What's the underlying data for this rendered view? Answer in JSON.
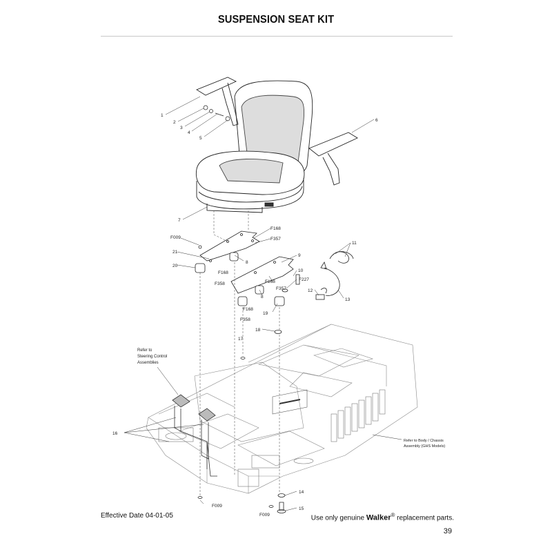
{
  "page": {
    "title": "SUSPENSION SEAT KIT",
    "effective_date": "Effective Date 04-01-05",
    "genuine_prefix": "Use only genuine",
    "brand": "Walker",
    "registered_mark": "®",
    "genuine_suffix": "replacement parts.",
    "page_number": "39"
  },
  "diagram": {
    "callouts": {
      "c1": "1",
      "c2": "2",
      "c3": "3",
      "c4": "4",
      "c5": "5",
      "c6": "6",
      "c7": "7",
      "c8a": "8",
      "c8b": "8",
      "c9": "9",
      "c10": "10",
      "c11": "11",
      "c12": "12",
      "c13": "13",
      "c14": "14",
      "c15": "15",
      "c16": "16",
      "c17": "17",
      "c18": "18",
      "c19": "19",
      "c20": "20",
      "c21": "21",
      "f009a": "F009",
      "f009b": "F009",
      "f009c": "F009",
      "f168a": "F168",
      "f168b": "F168",
      "f168c": "F168",
      "f168d": "F168",
      "f357a": "F357",
      "f357b": "F357",
      "f358a": "F358",
      "f358b": "F358",
      "f227": "F227"
    },
    "note_steering": [
      "Refer to",
      "Steering Control",
      "Assemblies"
    ],
    "note_body": [
      "Refer to Body / Chassis",
      "Assembly (GHS Models)"
    ]
  }
}
